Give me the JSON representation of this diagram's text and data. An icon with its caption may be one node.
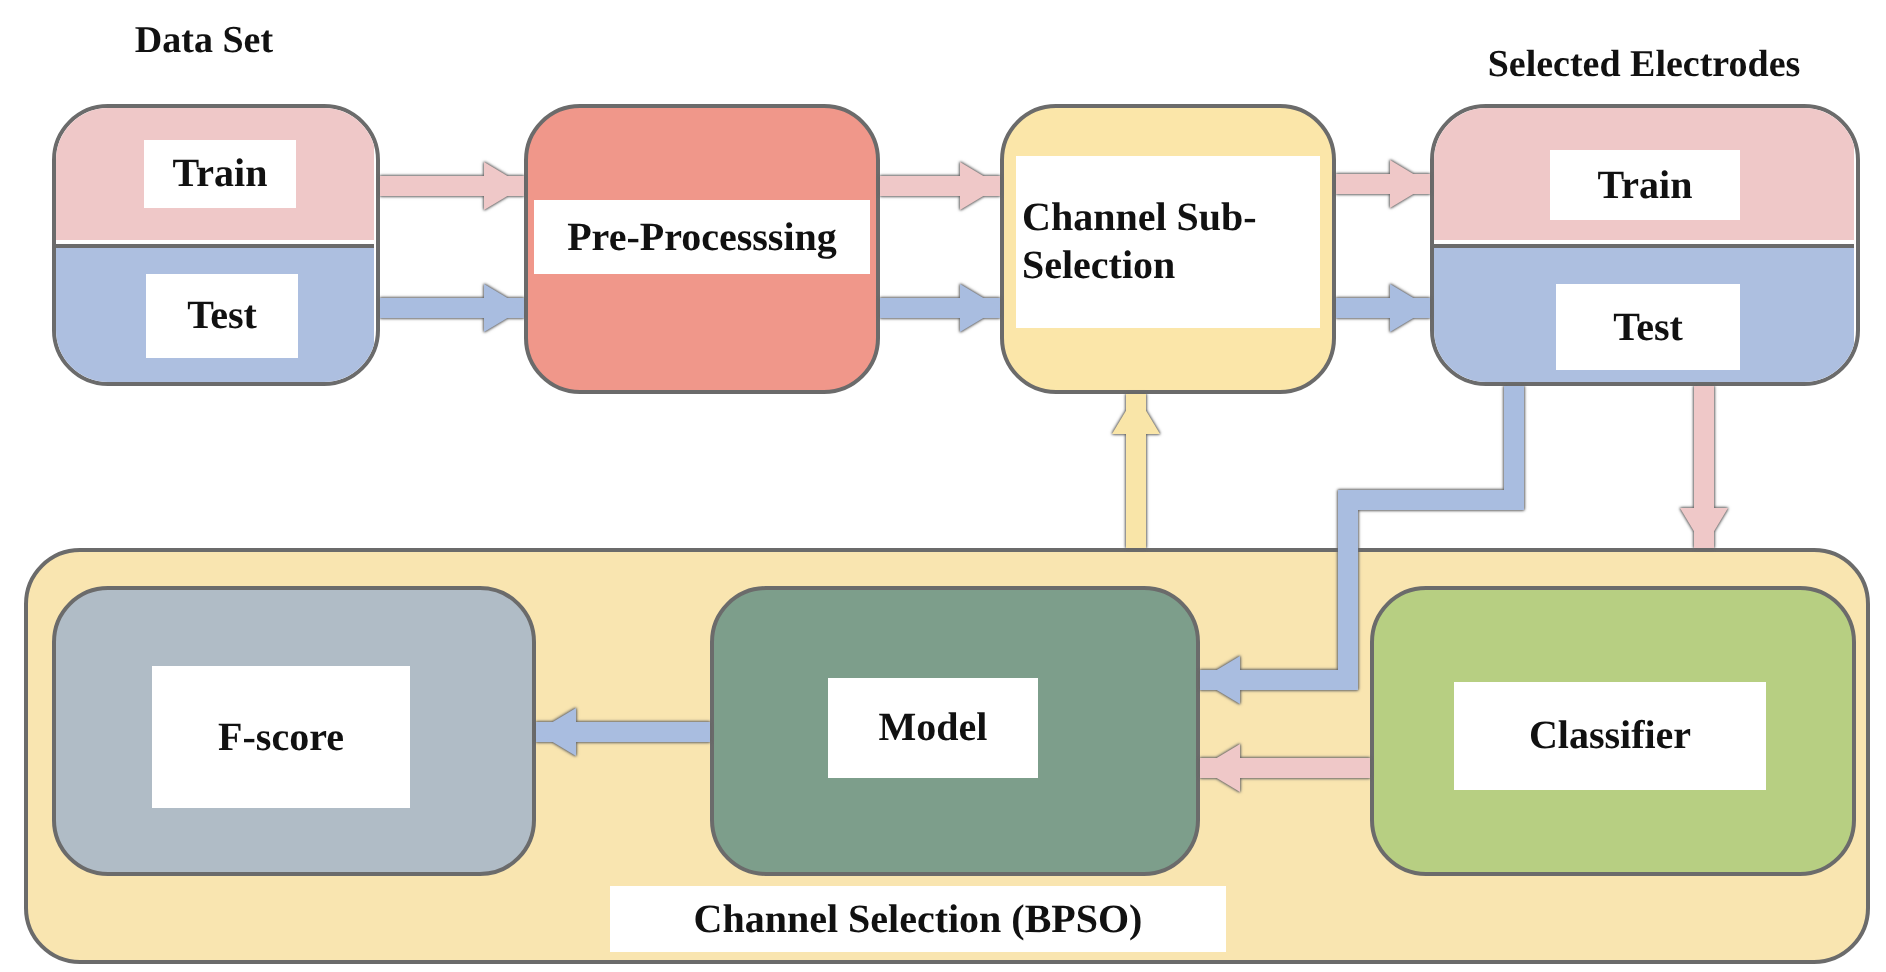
{
  "diagram": {
    "nodes": [
      {
        "text": [
          "Data Set"
        ]
      },
      {
        "text": [
          "Train"
        ],
        "in": 0
      },
      {
        "text": [
          "Test"
        ],
        "in": 0
      },
      {
        "text": [
          "Pre-Processsing"
        ]
      },
      {
        "text": [
          "Channel Sub-Selection"
        ]
      },
      {
        "text": [
          "Selected Electrodes"
        ]
      },
      {
        "text": [
          "Train"
        ],
        "in": 5
      },
      {
        "text": [
          "Test"
        ],
        "in": 5
      },
      {
        "text": [
          "Channel Selection (BPSO)"
        ]
      },
      {
        "text": [
          "F-score"
        ],
        "in": 8
      },
      {
        "text": [
          "Model"
        ],
        "in": 8
      },
      {
        "text": [
          "Classifier"
        ],
        "in": 8
      }
    ],
    "edges": [
      {
        "from": 1,
        "to": 3,
        "arrow": "to"
      },
      {
        "from": 2,
        "to": 3,
        "arrow": "to",
        "color": "#a9bde0"
      },
      {
        "from": 3,
        "to": 4,
        "arrow": "to"
      },
      {
        "from": 3,
        "to": 4,
        "arrow": "to",
        "color": "#a9bde0"
      },
      {
        "from": 4,
        "to": 6,
        "arrow": "to"
      },
      {
        "from": 4,
        "to": 7,
        "arrow": "to",
        "color": "#a9bde0"
      },
      {
        "from": 7,
        "to": 10,
        "arrow": "to",
        "color": "#a9bde0"
      },
      {
        "from": 7,
        "to": 8,
        "arrow": "to"
      },
      {
        "from": 11,
        "to": 10,
        "arrow": "to"
      },
      {
        "from": 10,
        "to": 9,
        "arrow": "to",
        "color": "#a9bde0"
      },
      {
        "from": 8,
        "to": 4,
        "arrow": "to",
        "color": "#f9e5a8"
      }
    ]
  }
}
